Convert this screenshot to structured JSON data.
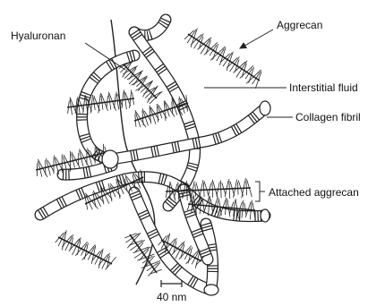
{
  "labels": {
    "hyaluronan": "Hyaluronan",
    "aggrecan": "Aggrecan",
    "interstitial_fluid": "Interstitial fluid",
    "collagen_fibril": "Collagen fibril",
    "attached_aggrecan": "Attached aggrecan",
    "scale_bar": "40 nm"
  },
  "colors": {
    "ink": "#222222",
    "background": "#ffffff"
  }
}
